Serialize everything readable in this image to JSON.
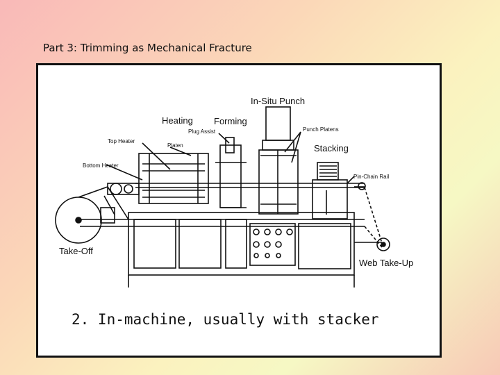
{
  "slide": {
    "title": "Part 3: Trimming as Mechanical Fracture",
    "caption": "2. In-machine, usually with stacker"
  },
  "diagram": {
    "labels": {
      "in_situ_punch": "In-Situ Punch",
      "heating": "Heating",
      "forming": "Forming",
      "plug_assist": "Plug Assist",
      "punch_platens": "Punch Platens",
      "top_heater": "Top Heater",
      "platen": "Platen",
      "stacking": "Stacking",
      "bottom_heater": "Bottom Heater",
      "pin_chain_rail": "Pin-Chain Rail",
      "take_off": "Take-Off",
      "web_take_up": "Web Take-Up"
    }
  }
}
